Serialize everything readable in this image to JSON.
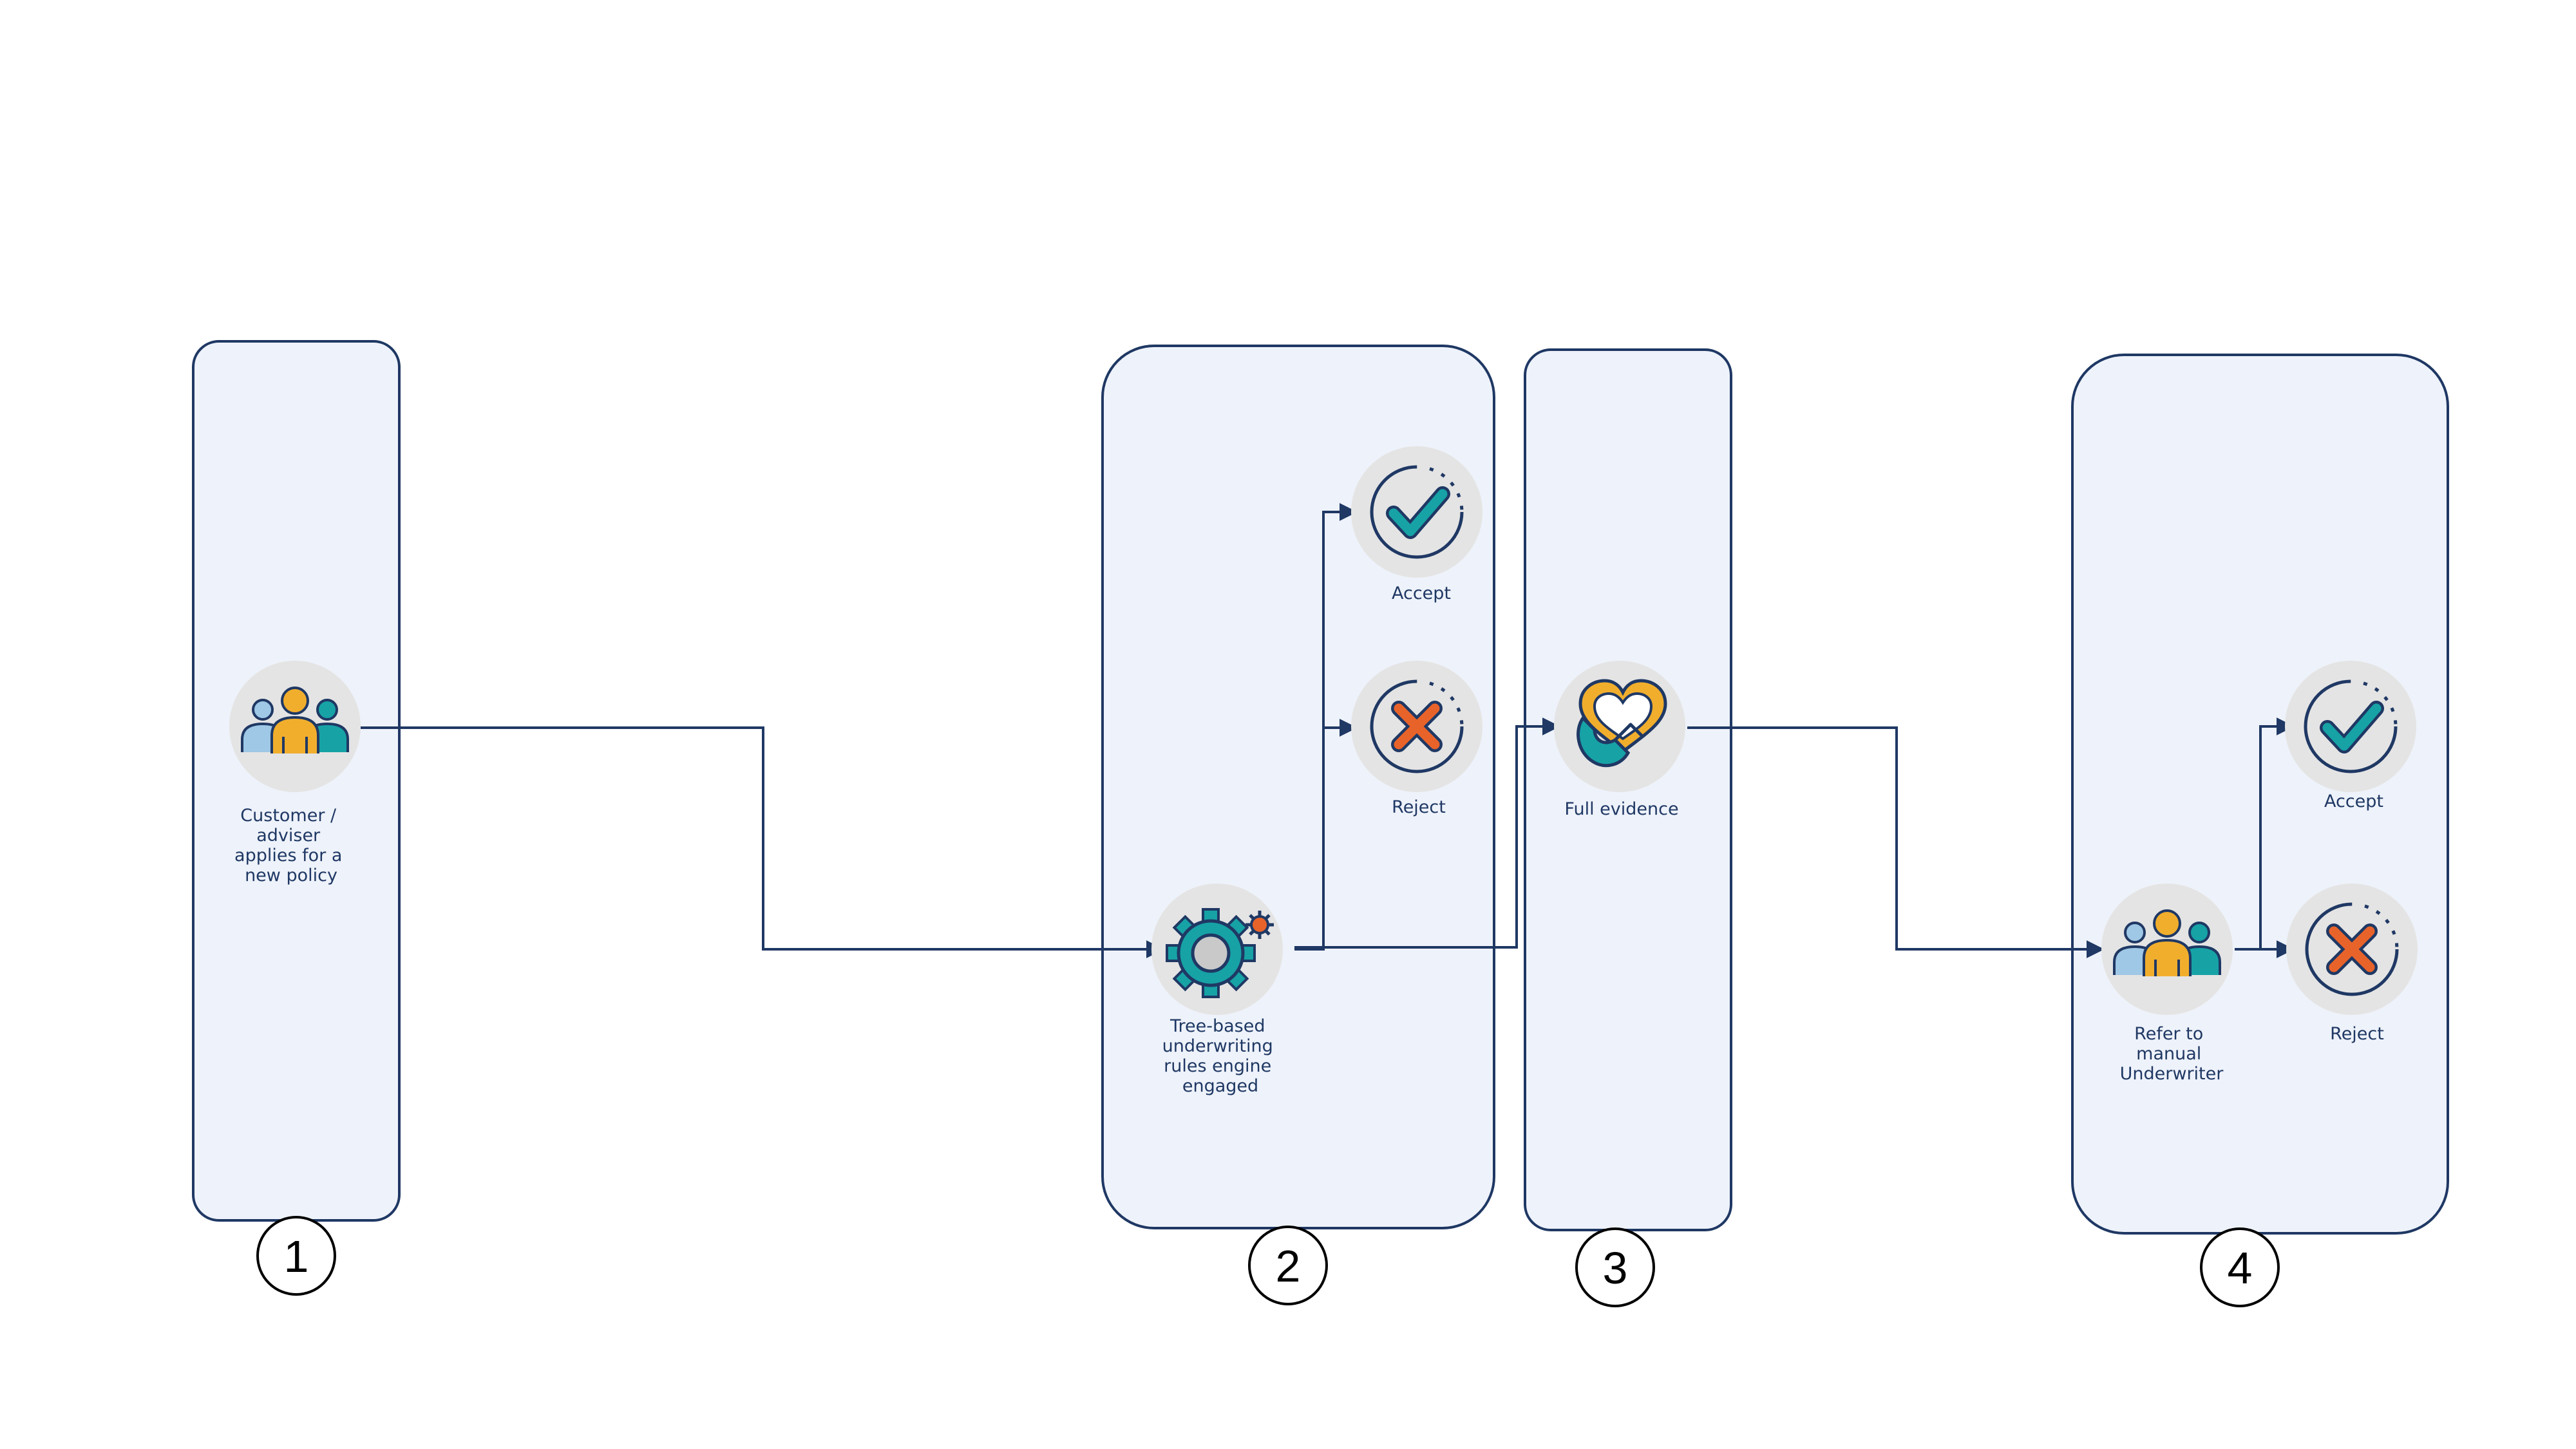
{
  "colors": {
    "panel_fill": "#eef2fa",
    "panel_stroke": "#1f3864",
    "connector": "#1f3864",
    "icon_bg": "#e4e4e4",
    "teal": "#17a2a6",
    "orange": "#e8632a",
    "gold": "#f1ae2d",
    "light_blue": "#9fc7e6"
  },
  "stages": [
    {
      "number": "1"
    },
    {
      "number": "2"
    },
    {
      "number": "3"
    },
    {
      "number": "4"
    }
  ],
  "nodes": {
    "customer": {
      "label_lines": [
        "Customer /",
        "adviser",
        "applies for a",
        "new policy"
      ],
      "icon": "people-group-icon"
    },
    "rules_engine": {
      "label_lines": [
        "Tree-based",
        "underwriting",
        "rules engine",
        "engaged"
      ],
      "icon": "gear-icon"
    },
    "accept_auto": {
      "label_lines": [
        "Accept"
      ],
      "icon": "check-icon"
    },
    "reject_auto": {
      "label_lines": [
        "Reject"
      ],
      "icon": "cross-icon"
    },
    "full_evidence": {
      "label_lines": [
        "Full evidence"
      ],
      "icon": "heart-hands-icon"
    },
    "manual_underwriter": {
      "label_lines": [
        "Refer to",
        "manual",
        "Underwriter"
      ],
      "icon": "people-group-icon"
    },
    "accept_manual": {
      "label_lines": [
        "Accept"
      ],
      "icon": "check-icon"
    },
    "reject_manual": {
      "label_lines": [
        "Reject"
      ],
      "icon": "cross-icon"
    }
  }
}
